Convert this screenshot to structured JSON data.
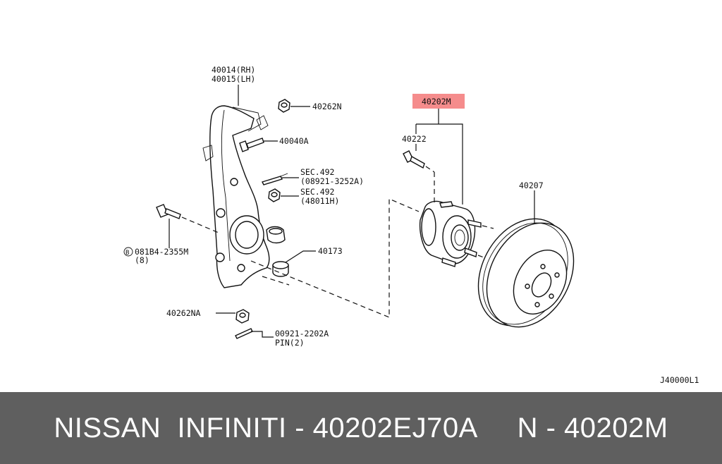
{
  "diagram": {
    "labels": {
      "knuckle_rh": "40014(RH)",
      "knuckle_lh": "40015(LH)",
      "nut_top": "40262N",
      "bolt_top": "40040A",
      "sec492_a": "SEC.492",
      "sec492_a_code": "(08921-3252A)",
      "sec492_b": "SEC.492",
      "sec492_b_code": "(48011H)",
      "bolt_left_code": "081B4-2355M",
      "bolt_left_circle": "B",
      "bolt_left_qty": "(8)",
      "cap": "40173",
      "nut_bottom": "40262NA",
      "pin_code": "00921-2202A",
      "pin_qty": "PIN(2)",
      "hub_assy": "40202M",
      "hub_bolt": "40222",
      "rotor": "40207",
      "diagram_code": "J40000L1"
    },
    "highlight_color": "#f58c8c"
  },
  "footer": {
    "text": "NISSAN  INFINITI - 40202EJ70A     N - 40202M",
    "background": "#5f5f5f",
    "color": "#ffffff"
  }
}
